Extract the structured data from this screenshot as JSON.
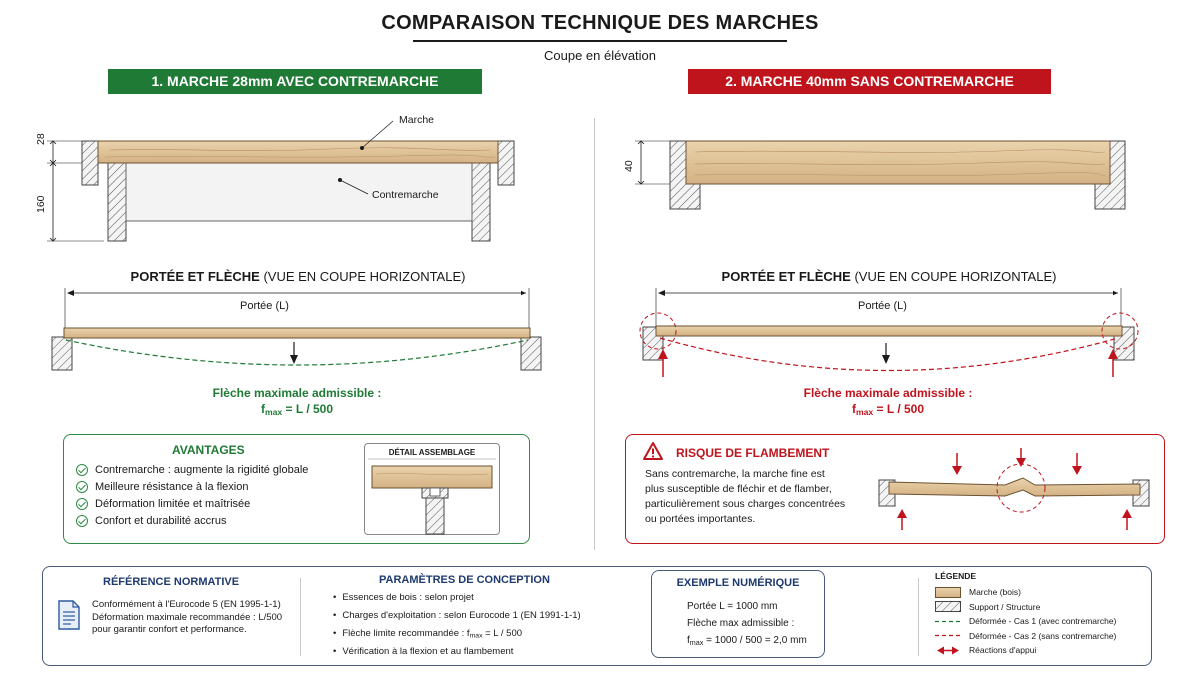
{
  "header": {
    "title": "COMPARAISON TECHNIQUE DES MARCHES",
    "subtitle": "Coupe en élévation"
  },
  "case1": {
    "banner": "1. MARCHE 28mm AVEC CONTREMARCHE",
    "dim_tread": "28",
    "dim_riser": "160",
    "label_tread": "Marche",
    "label_riser": "Contremarche",
    "span_heading": "PORTÉE ET FLÈCHE",
    "span_heading_note": "(VUE EN COUPE HORIZONTALE)",
    "span_label": "Portée (L)",
    "deflection_line1": "Flèche maximale admissible :",
    "deflection_f": "f",
    "deflection_sub": "max",
    "deflection_rest": " = L / 500"
  },
  "case2": {
    "banner": "2. MARCHE 40mm SANS CONTREMARCHE",
    "dim_tread": "40",
    "span_heading": "PORTÉE ET FLÈCHE",
    "span_heading_note": "(VUE EN COUPE HORIZONTALE)",
    "span_label": "Portée (L)",
    "deflection_line1": "Flèche maximale admissible :",
    "deflection_f": "f",
    "deflection_sub": "max",
    "deflection_rest": " = L / 500"
  },
  "advantages": {
    "title": "AVANTAGES",
    "items": [
      "Contremarche : augmente la rigidité globale",
      "Meilleure résistance à la flexion",
      "Déformation limitée et maîtrisée",
      "Confort et durabilité accrus"
    ],
    "detail_title": "DÉTAIL ASSEMBLAGE"
  },
  "risk": {
    "title": "RISQUE DE FLAMBEMENT",
    "lines": [
      "Sans contremarche, la marche fine est",
      "plus susceptible de fléchir et de flamber,",
      "particulièrement sous charges concentrées",
      "ou portées importantes."
    ]
  },
  "reference": {
    "title": "RÉFÉRENCE NORMATIVE",
    "lines": [
      "Conformément à l'Eurocode 5 (EN 1995-1-1)",
      "Déformation maximale recommandée : L/500",
      "pour garantir confort et performance."
    ]
  },
  "parameters": {
    "title": "PARAMÈTRES DE CONCEPTION",
    "items": [
      "Essences de bois : selon projet",
      "Charges d'exploitation : selon Eurocode 1 (EN 1991-1-1)"
    ],
    "limit_prefix": "Flèche limite recommandée : f",
    "limit_sub": "max",
    "limit_rest": " = L / 500",
    "last_item": "Vérification à la flexion et au flambement"
  },
  "example": {
    "title": "EXEMPLE NUMÉRIQUE",
    "line1": "Portée L = 1000 mm",
    "line2": "Flèche max admissible :",
    "line3_f": "f",
    "line3_sub": "max",
    "line3_rest": " = 1000 / 500 = 2,0 mm"
  },
  "legend": {
    "title": "LÉGENDE",
    "items": [
      "Marche (bois)",
      "Support / Structure",
      "Déformée - Cas 1 (avec contremarche)",
      "Déformée - Cas 2 (sans contremarche)",
      "Réactions d'appui"
    ]
  },
  "colors": {
    "green": "#1f7a35",
    "red": "#c0141c",
    "wood": "#e2c8a0",
    "navy": "#1f3a6e"
  },
  "icons": {
    "warning": "warning-icon",
    "check": "check-circle-icon",
    "document": "document-icon"
  }
}
